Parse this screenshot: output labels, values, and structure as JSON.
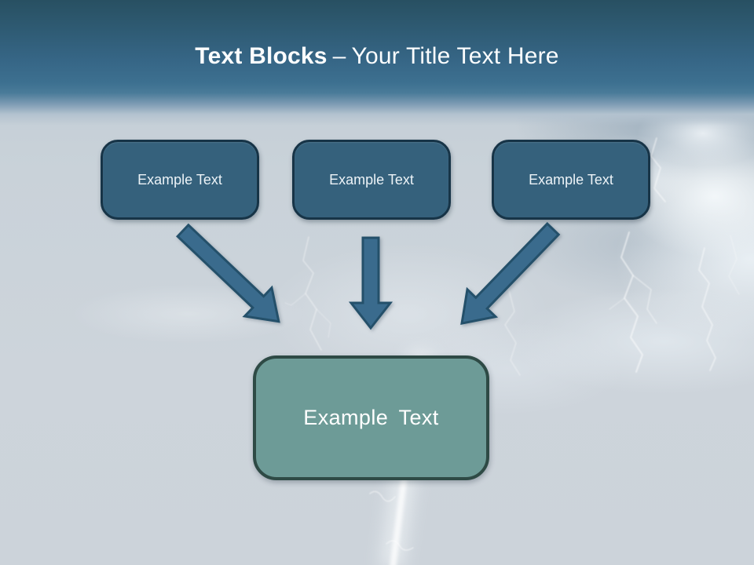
{
  "title": {
    "bold": "Text Blocks",
    "separator": "–",
    "rest": "Your Title Text Here"
  },
  "boxes": {
    "top": [
      {
        "label": "Example Text"
      },
      {
        "label": "Example Text"
      },
      {
        "label": "Example Text"
      }
    ],
    "bottom": {
      "label": "Example Text"
    }
  },
  "icons": [
    "arrow-down-right-icon",
    "arrow-down-icon",
    "arrow-down-left-icon",
    "lightning-graphic"
  ],
  "colors": {
    "header_top": "#285062",
    "header_mid": "#3d7090",
    "background": "#ccd3da",
    "source_box_fill": "#35617c",
    "source_box_border": "#173447",
    "source_box_text": "#ecf3f7",
    "result_box_fill": "#6d9b97",
    "result_box_border": "#2e4a45",
    "result_box_text": "#ffffff",
    "arrow_fill": "#3a6b8d",
    "arrow_stroke": "#24506a",
    "title_text": "#fbfdfe"
  }
}
